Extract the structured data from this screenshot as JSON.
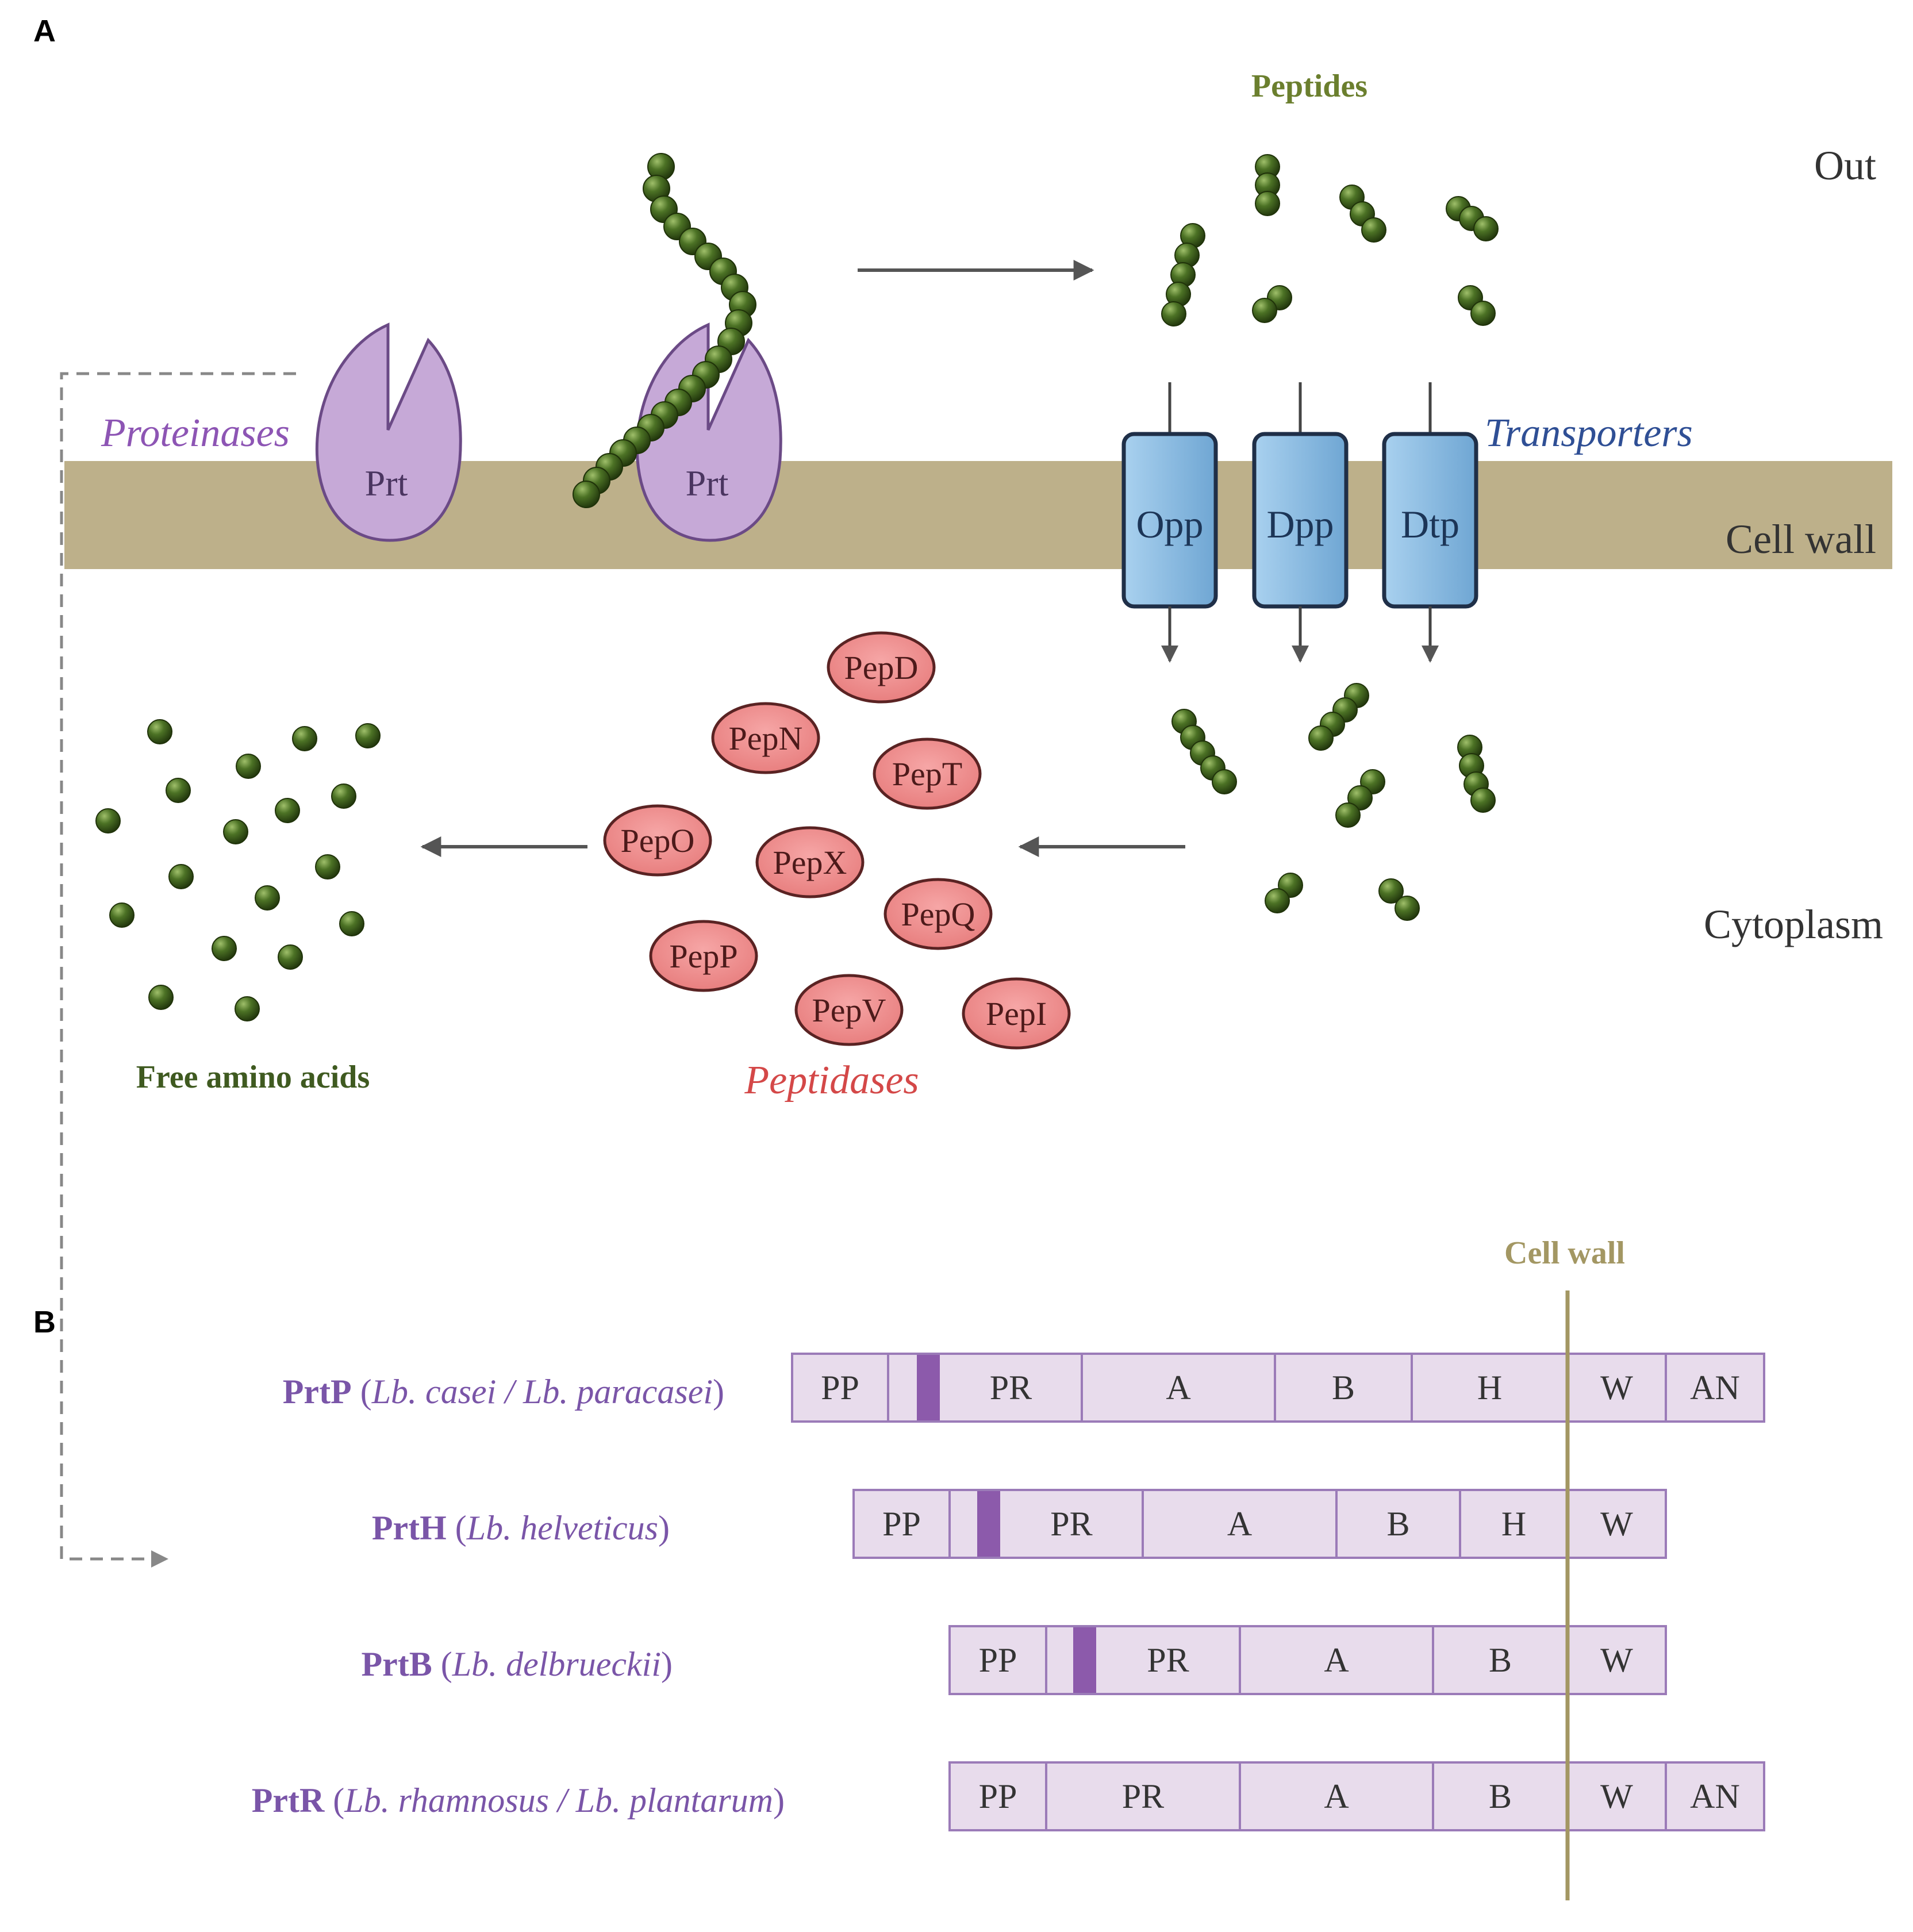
{
  "panel_a": {
    "label": "A",
    "out_label": "Out",
    "cell_wall_label": "Cell wall",
    "cytoplasm_label": "Cytoplasm",
    "peptides_label": "Peptides",
    "proteinases_label": "Proteinases",
    "prt_label": "Prt",
    "transporters_label": "Transporters",
    "transporters": [
      "Opp",
      "Dpp",
      "Dtp"
    ],
    "peptidases_label": "Peptidases",
    "peptidases": [
      "PepD",
      "PepN",
      "PepT",
      "PepO",
      "PepX",
      "PepQ",
      "PepP",
      "PepV",
      "PepI"
    ],
    "free_amino_acids_label": "Free amino acids"
  },
  "panel_b": {
    "label": "B",
    "cell_wall_label": "Cell wall",
    "proteins": [
      {
        "name": "PrtP",
        "species_open": " (",
        "species": "Lb. casei / Lb. paracasei",
        "species_close": ")",
        "domains": [
          "PP",
          "PR",
          "A",
          "B",
          "H",
          "W",
          "AN"
        ]
      },
      {
        "name": "PrtH",
        "species_open": " (",
        "species": "Lb. helveticus",
        "species_close": ")",
        "domains": [
          "PP",
          "PR",
          "A",
          "B",
          "H",
          "W"
        ]
      },
      {
        "name": "PrtB",
        "species_open": " (",
        "species": "Lb. delbrueckii",
        "species_close": ")",
        "domains": [
          "PP",
          "PR",
          "A",
          "B",
          "W"
        ]
      },
      {
        "name": "PrtR",
        "species_open": " (",
        "species": "Lb. rhamnosus / Lb. plantarum",
        "species_close": ")",
        "domains": [
          "PP",
          "PR",
          "A",
          "B",
          "W",
          "AN"
        ]
      }
    ]
  },
  "colors": {
    "membrane": "#bdb08a",
    "proteinase": "#c6a9d7",
    "bead": "#3b5a1c",
    "transporter": "#86b9df",
    "peptidase": "#ee8a8a",
    "domain": "#e8dcec",
    "domain_border": "#9b7bb8",
    "marker": "#8c5aab",
    "cell_wall_line": "#a39763",
    "arrow": "#555555"
  }
}
